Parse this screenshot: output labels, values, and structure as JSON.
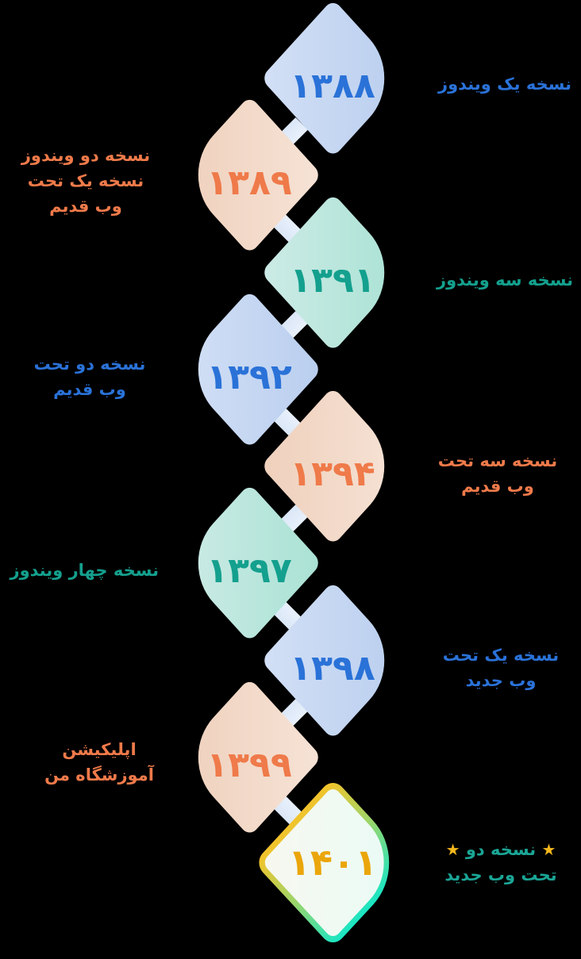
{
  "timeline": {
    "items": [
      {
        "year": "۱۳۸۸",
        "side": "right",
        "theme": "blue",
        "lines": [
          "نسخه یک ویندوز"
        ]
      },
      {
        "year": "۱۳۸۹",
        "side": "left",
        "theme": "peach",
        "lines": [
          "نسخه دو ویندوز",
          "نسخه یک تحت",
          "وب قدیم"
        ]
      },
      {
        "year": "۱۳۹۱",
        "side": "right",
        "theme": "green",
        "lines": [
          "نسخه سه ویندوز"
        ]
      },
      {
        "year": "۱۳۹۲",
        "side": "left",
        "theme": "blue",
        "lines": [
          "نسخه دو تحت",
          "وب قدیم"
        ]
      },
      {
        "year": "۱۳۹۴",
        "side": "right",
        "theme": "peach",
        "lines": [
          "نسخه سه تحت",
          "وب قدیم"
        ]
      },
      {
        "year": "۱۳۹۷",
        "side": "left",
        "theme": "green",
        "lines": [
          "نسخه چهار ویندوز"
        ]
      },
      {
        "year": "۱۳۹۸",
        "side": "right",
        "theme": "blue",
        "lines": [
          "نسخه یک تحت",
          "وب جدید"
        ]
      },
      {
        "year": "۱۳۹۹",
        "side": "left",
        "theme": "peach",
        "lines": [
          "اپلیکیشن",
          "آموزشگاه من"
        ]
      },
      {
        "year": "۱۴۰۱",
        "side": "right",
        "theme": "special",
        "lines": [
          "نسخه دو",
          "تحت وب جدید"
        ],
        "star_icon": "★"
      }
    ]
  },
  "colors": {
    "blue": "#2a72d8",
    "peach": "#ef7a4a",
    "green": "#14a08e",
    "special_year": "#eaa60a",
    "special_text": "#1aa595",
    "connector": "#e2ecfa",
    "background": "#000000"
  }
}
